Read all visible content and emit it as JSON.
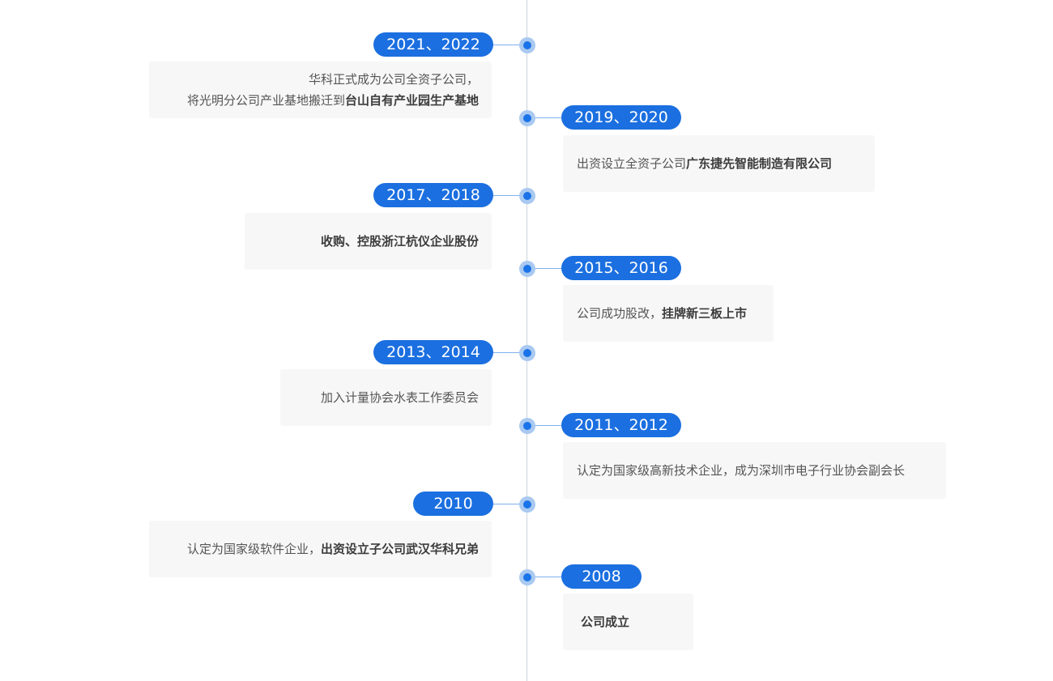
{
  "timeline": {
    "events": [
      {
        "year": "2021、2022",
        "lines": [
          {
            "normal": "华科正式成为公司全资子公司，",
            "bold": ""
          },
          {
            "normal": "将光明分公司产业基地搬迁到",
            "bold": "台山自有产业园生产基地"
          }
        ]
      },
      {
        "year": "2019、2020",
        "lines": [
          {
            "normal": "出资设立全资子公司",
            "bold": "广东捷先智能制造有限公司"
          }
        ]
      },
      {
        "year": "2017、2018",
        "lines": [
          {
            "normal": "",
            "bold": "收购、控股浙江杭仪企业股份"
          }
        ]
      },
      {
        "year": "2015、2016",
        "lines": [
          {
            "normal": "公司成功股改，",
            "bold": "挂牌新三板上市"
          }
        ]
      },
      {
        "year": "2013、2014",
        "lines": [
          {
            "normal": "加入计量协会水表工作委员会",
            "bold": ""
          }
        ]
      },
      {
        "year": "2011、2012",
        "lines": [
          {
            "normal": "认定为国家级高新技术企业，成为深圳市电子行业协会副会长",
            "bold": ""
          }
        ]
      },
      {
        "year": "2010",
        "lines": [
          {
            "normal": "认定为国家级软件企业，",
            "bold": "出资设立子公司武汉华科兄弟"
          }
        ]
      },
      {
        "year": "2008",
        "lines": [
          {
            "normal": "",
            "bold": "公司成立"
          }
        ]
      }
    ]
  }
}
